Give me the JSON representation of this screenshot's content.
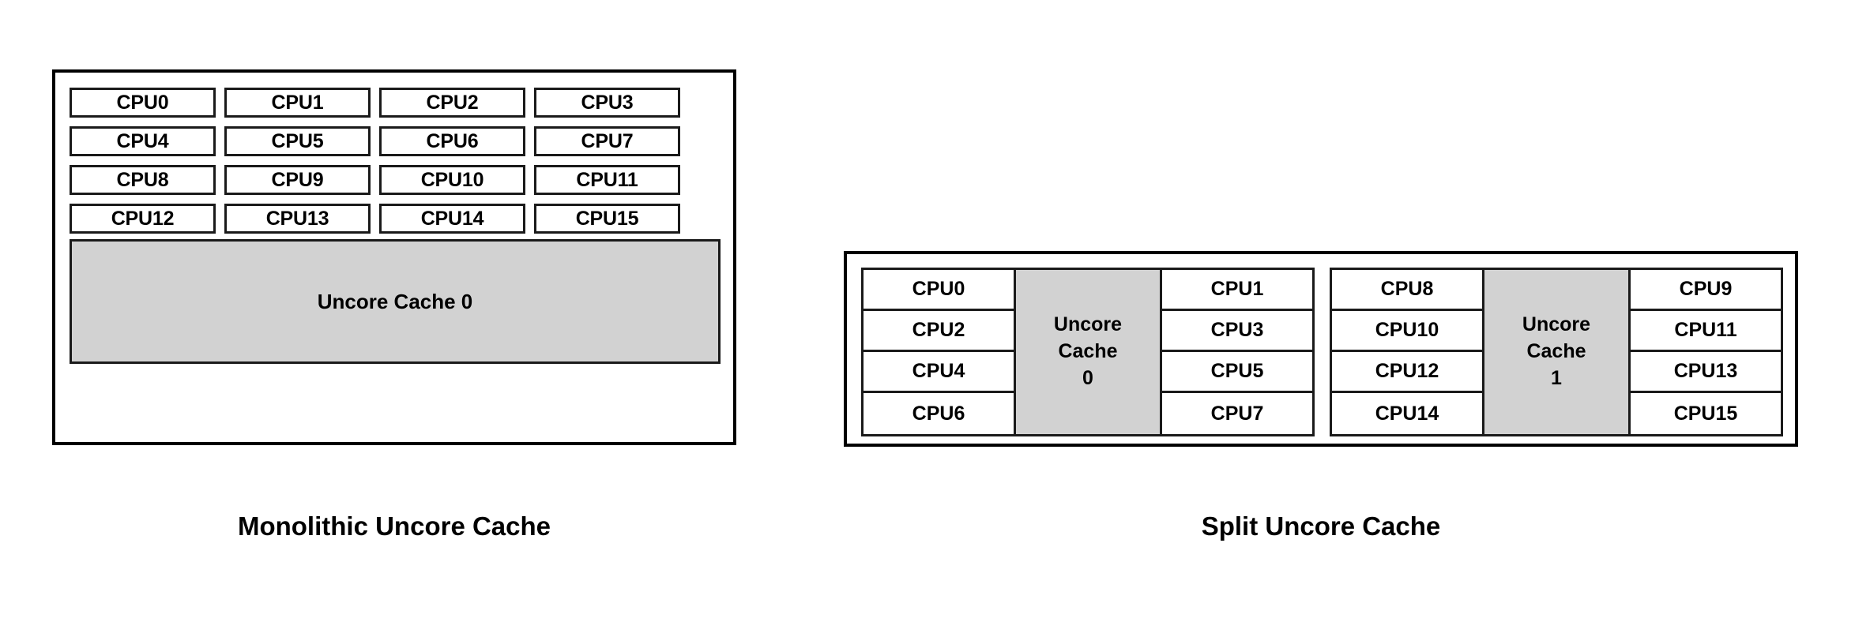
{
  "figure": {
    "background_color": "#FFFFFF",
    "cache_fill_color": "#D2D2D2",
    "border_color": "#000000",
    "text_color": "#000000"
  },
  "diagrams": [
    {
      "id": "monolithic",
      "caption": "Monolithic Uncore Cache",
      "layout": "4x4 CPU grid above one full-width shared cache",
      "cpu_rows": [
        [
          "CPU0",
          "CPU1",
          "CPU2",
          "CPU3"
        ],
        [
          "CPU4",
          "CPU5",
          "CPU6",
          "CPU7"
        ],
        [
          "CPU8",
          "CPU9",
          "CPU10",
          "CPU11"
        ],
        [
          "CPU12",
          "CPU13",
          "CPU14",
          "CPU15"
        ]
      ],
      "cache": {
        "label": "Uncore Cache 0"
      }
    },
    {
      "id": "split",
      "caption": "Split Uncore Cache",
      "layout": "two clusters, each a CPU column / cache column / CPU column",
      "clusters": [
        {
          "left_cpus": [
            "CPU0",
            "CPU2",
            "CPU4",
            "CPU6"
          ],
          "cache": {
            "line1": "Uncore",
            "line2": "Cache",
            "line3": "0"
          },
          "right_cpus": [
            "CPU1",
            "CPU3",
            "CPU5",
            "CPU7"
          ]
        },
        {
          "left_cpus": [
            "CPU8",
            "CPU10",
            "CPU12",
            "CPU14"
          ],
          "cache": {
            "line1": "Uncore",
            "line2": "Cache",
            "line3": "1"
          },
          "right_cpus": [
            "CPU9",
            "CPU11",
            "CPU13",
            "CPU15"
          ]
        }
      ]
    }
  ]
}
